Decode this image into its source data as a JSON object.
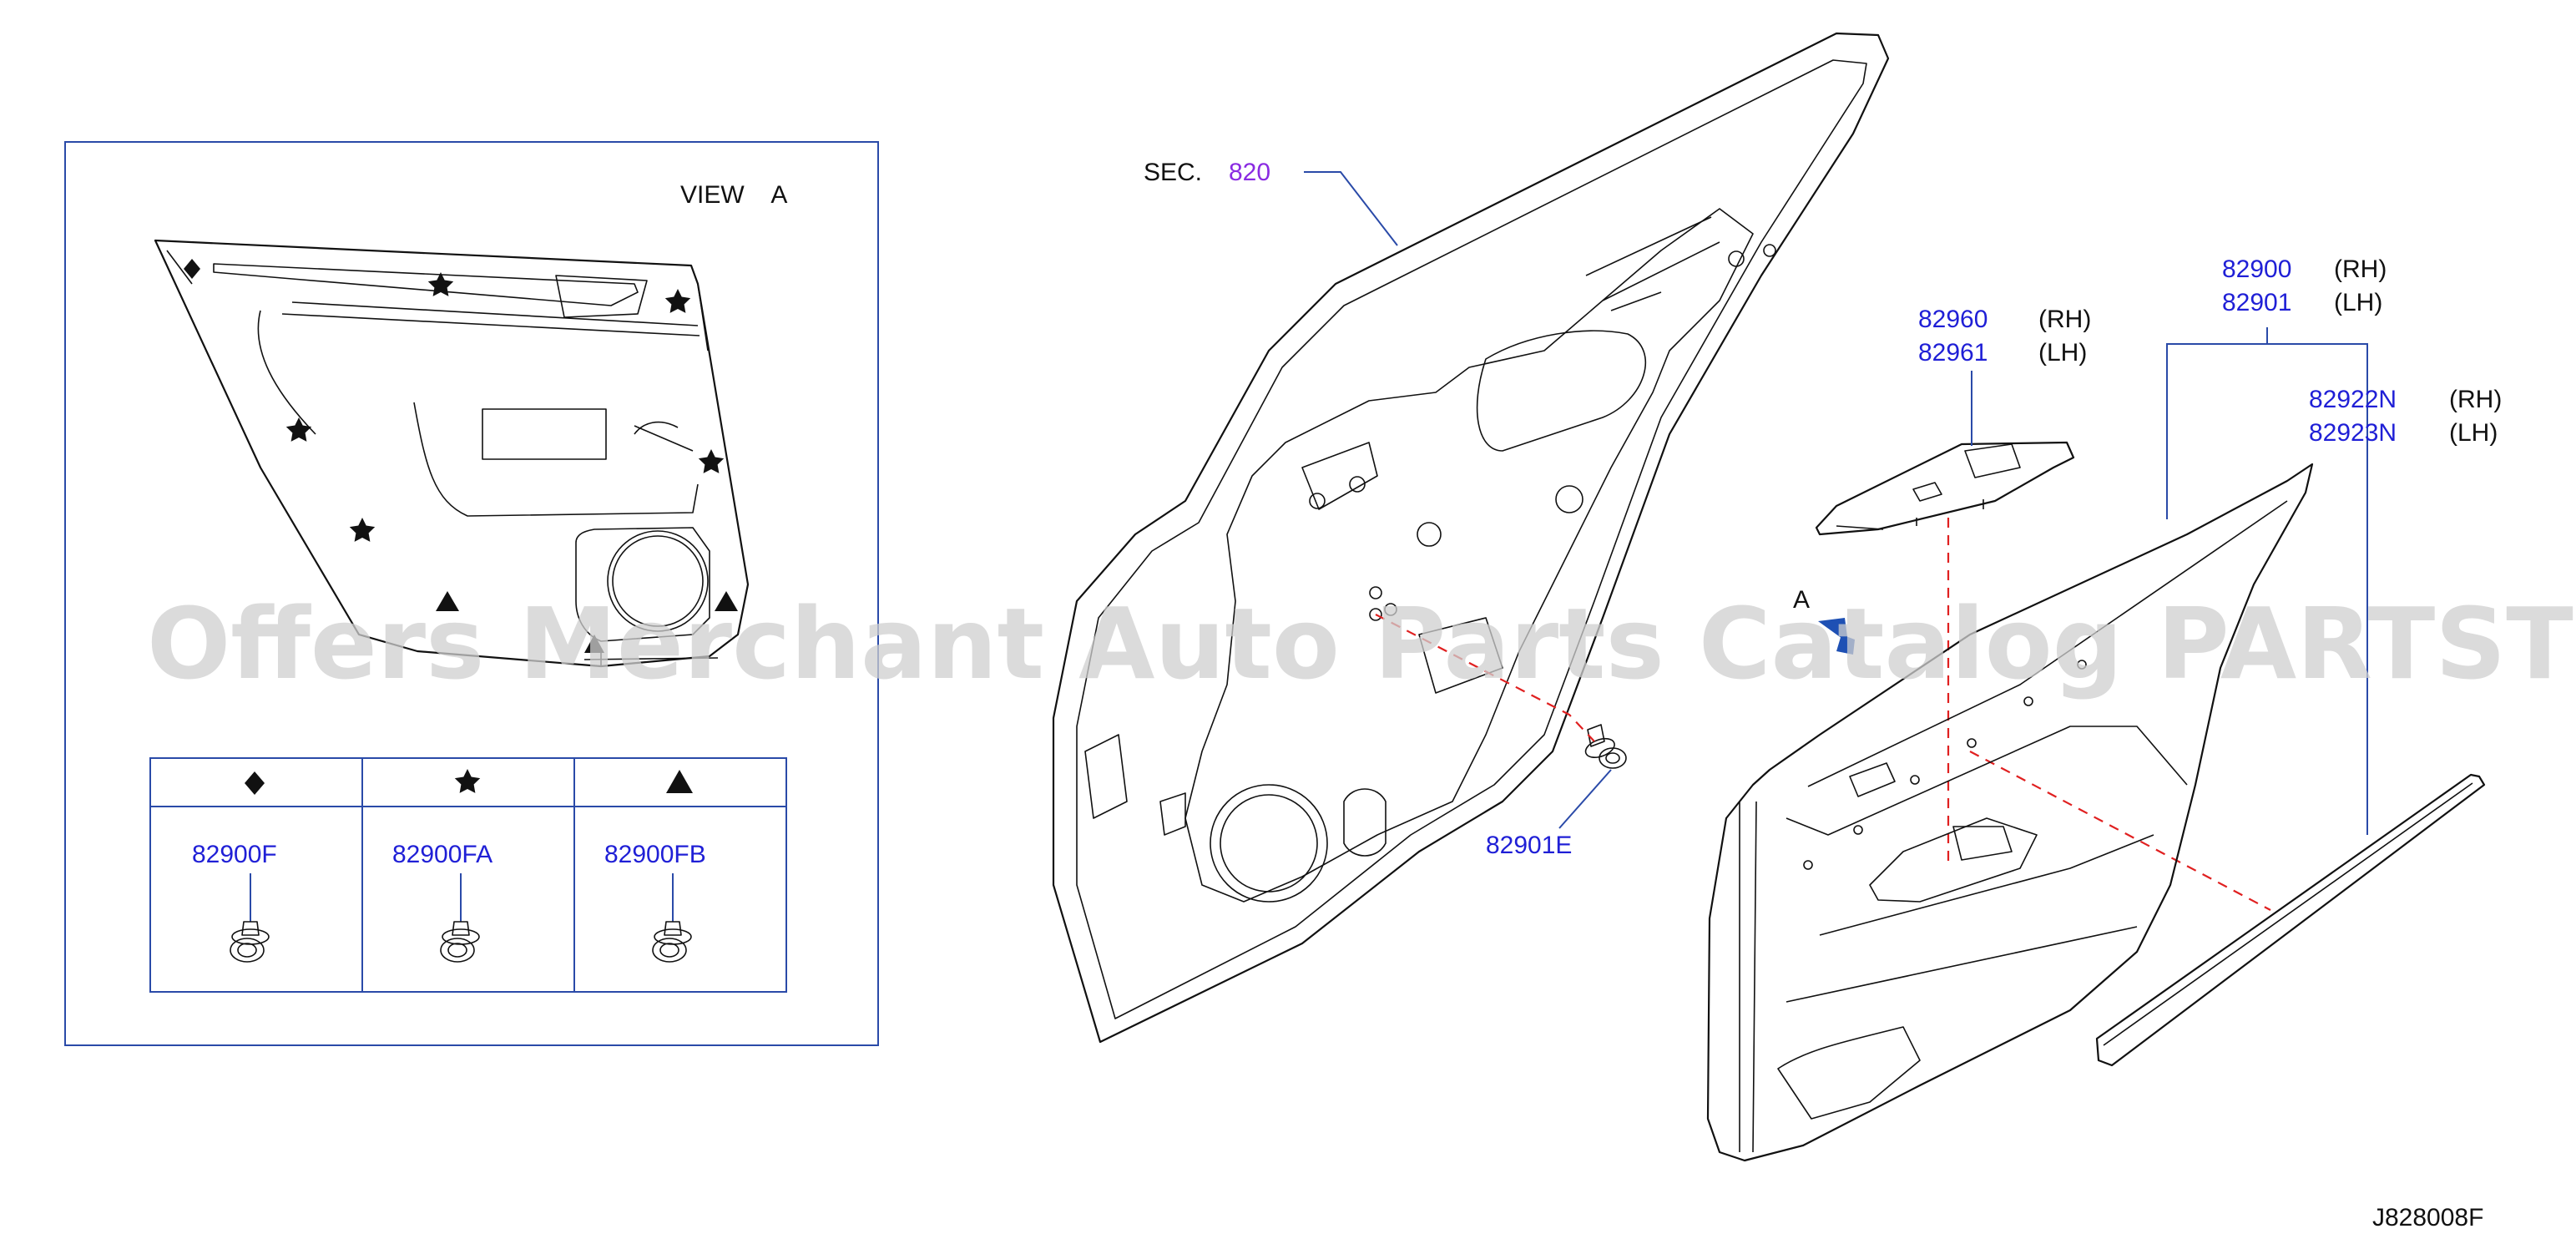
{
  "view_a": {
    "title": "VIEW    A",
    "legend": [
      {
        "symbol": "diamond",
        "part": "82900F"
      },
      {
        "symbol": "star",
        "part": "82900FA"
      },
      {
        "symbol": "triangle",
        "part": "82900FB"
      }
    ]
  },
  "sec": {
    "prefix": "SEC.",
    "number": "820"
  },
  "callouts": {
    "clip": "82901E",
    "switch_rh": "82960",
    "switch_rh_side": "(RH)",
    "switch_lh": "82961",
    "switch_lh_side": "(LH)",
    "trim_rh": "82900",
    "trim_rh_side": "(RH)",
    "trim_lh": "82901",
    "trim_lh_side": "(LH)",
    "strip_rh": "82922N",
    "strip_rh_side": "(RH)",
    "strip_lh": "82923N",
    "strip_lh_side": "(LH)",
    "view_marker": "A"
  },
  "watermark": "Offers Merchant Auto Parts Catalog PARTSTORE.SA",
  "diagram_code": "J828008F",
  "colors": {
    "part_link": "#1f1fd6",
    "section_link": "#8a2be2",
    "leader": "#2a4aa8",
    "dashed": "#e02020",
    "view_marker": "#1e50b4"
  }
}
